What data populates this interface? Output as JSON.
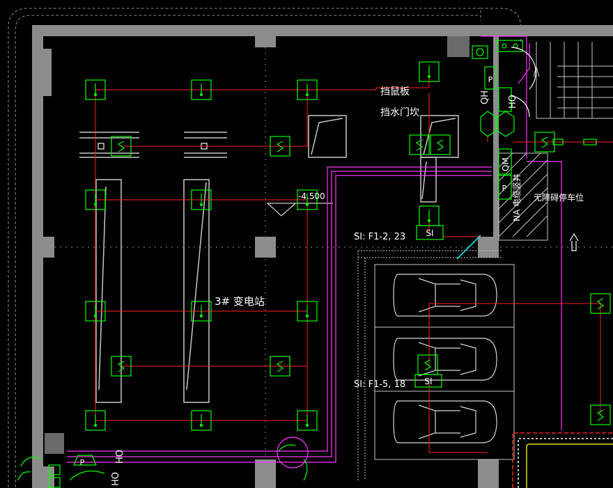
{
  "colors": {
    "background": "#000000",
    "wall": "#8c8c8c",
    "device": "#00ff00",
    "wiring": "#ff2020",
    "cable": "#ff33ff",
    "text": "#ffffff",
    "grid": "#8c8c8c"
  },
  "labels": {
    "rat_board": "挡鼠板",
    "water_sill": "挡水门坎",
    "elevation": "-4.500",
    "si_note_top": "SI: F1-2, 23",
    "si_note_bottom": "SI: F1-5, 18",
    "substation": "3# 变电站",
    "riser": "NA 电缆竖井",
    "accessible_parking": "无障碍停车位",
    "si_box": "SI",
    "p": "P",
    "qh": "QH",
    "ho": "HO",
    "qm": "QM"
  },
  "icons": {
    "smoke_detector": "smoke-detector-icon",
    "sounder": "sounder-icon",
    "fire_phone": "fire-phone-icon",
    "manual_alarm": "manual-alarm-icon",
    "car": "car-icon",
    "up_arrow": "arrow-up-icon"
  }
}
